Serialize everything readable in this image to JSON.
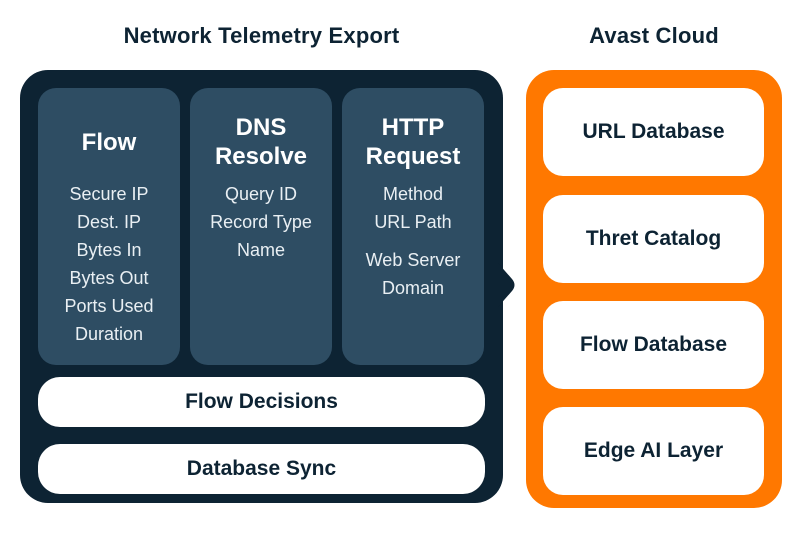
{
  "titles": {
    "left": "Network Telemetry Export",
    "right": "Avast Cloud"
  },
  "left_panel": {
    "columns": [
      {
        "header": "Flow",
        "items": [
          "Secure IP",
          "Dest. IP",
          "Bytes In",
          "Bytes Out",
          "Ports Used",
          "Duration"
        ]
      },
      {
        "header": "DNS Resolve",
        "items": [
          "Query ID",
          "Record Type",
          "Name"
        ]
      },
      {
        "header": "HTTP Request",
        "items": [
          "Method",
          "URL Path",
          "Web Server Domain"
        ]
      }
    ],
    "bars": [
      "Flow Decisions",
      "Database Sync"
    ]
  },
  "right_panel": {
    "boxes": [
      "URL Database",
      "Thret Catalog",
      "Flow Database",
      "Edge AI Layer"
    ]
  },
  "connector": {
    "icon": "right-arrow-connector"
  },
  "colors": {
    "background": "#ffffff",
    "panel_navy": "#0d2333",
    "column_slate": "#2e4d63",
    "accent_orange": "#ff7800",
    "text_on_dark": "#ffffff",
    "text_navy": "#0d2333"
  }
}
